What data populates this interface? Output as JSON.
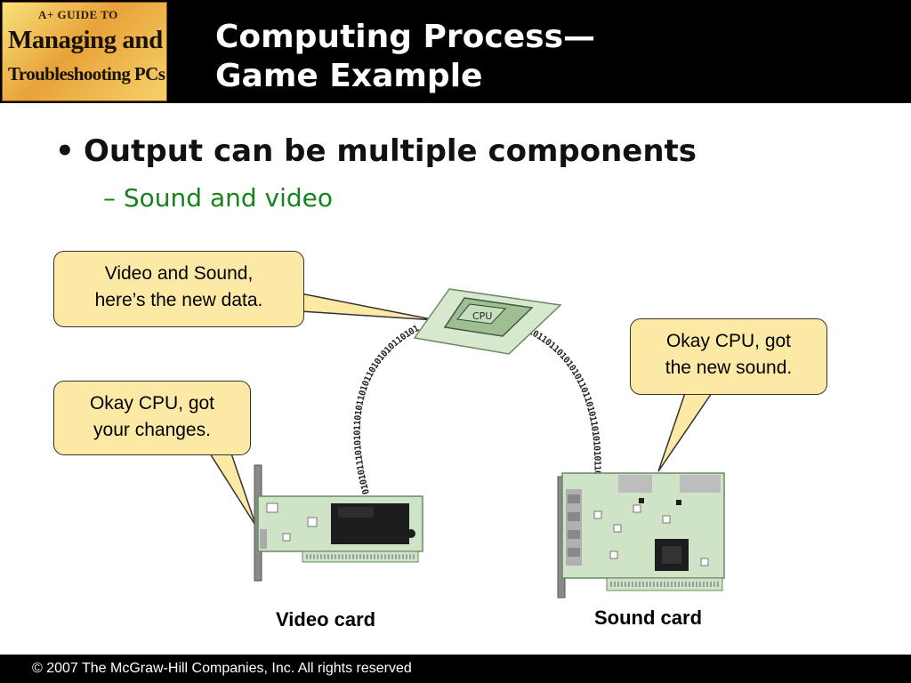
{
  "header": {
    "logo": {
      "line1": "A+ GUIDE TO",
      "line2": "Managing and",
      "line3": "Troubleshooting PCs"
    },
    "title_line1": "Computing Process—",
    "title_line2": "Game Example"
  },
  "content": {
    "bullet": "Output can be multiple components",
    "sub_bullet": "– Sound and video"
  },
  "diagram": {
    "callout_cpu": {
      "line1": "Video and Sound,",
      "line2": "here’s the new data."
    },
    "callout_video": {
      "line1": "Okay CPU, got",
      "line2": "your changes."
    },
    "callout_sound": {
      "line1": "Okay CPU, got",
      "line2": "the new sound."
    },
    "cpu_chip_label": "CPU",
    "video_card_label": "Video card",
    "sound_card_label": "Sound card",
    "binary_left": "0101011101010110101101011010101011010101101011010",
    "binary_right": "0101101101010101101101011010101011010110101011010",
    "colors": {
      "callout_fill": "#fde9a6",
      "sub_bullet": "#17821e",
      "board": "#cfe3c6"
    }
  },
  "footer": {
    "copyright": "© 2007 The McGraw-Hill Companies, Inc. All rights reserved"
  }
}
